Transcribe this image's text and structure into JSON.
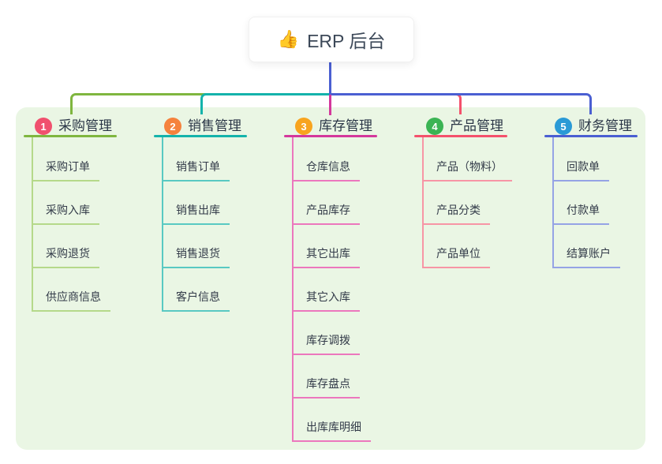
{
  "root": {
    "icon": "👍",
    "label": "ERP 后台",
    "connector_color": "#4a5fd2"
  },
  "panel": {
    "background": "#eaf6e4"
  },
  "branches": [
    {
      "num": "1",
      "label": "采购管理",
      "line_color": "#7fb63f",
      "child_line_color": "#b5d98a",
      "badge_color": "#f0506e",
      "children": [
        "采购订单",
        "采购入库",
        "采购退货",
        "供应商信息"
      ]
    },
    {
      "num": "2",
      "label": "销售管理",
      "line_color": "#14b3ab",
      "child_line_color": "#59c9c2",
      "badge_color": "#f5823d",
      "children": [
        "销售订单",
        "销售出库",
        "销售退货",
        "客户信息"
      ]
    },
    {
      "num": "3",
      "label": "库存管理",
      "line_color": "#d4389c",
      "child_line_color": "#ec77bd",
      "badge_color": "#f8a41e",
      "children": [
        "仓库信息",
        "产品库存",
        "其它出库",
        "其它入库",
        "库存调拨",
        "库存盘点",
        "出库库明细"
      ]
    },
    {
      "num": "4",
      "label": "产品管理",
      "line_color": "#f4516c",
      "child_line_color": "#f795a5",
      "badge_color": "#3bb454",
      "children": [
        "产品（物料）",
        "产品分类",
        "产品单位"
      ]
    },
    {
      "num": "5",
      "label": "财务管理",
      "line_color": "#4a5fd2",
      "child_line_color": "#95a3e5",
      "badge_color": "#2a9ad6",
      "children": [
        "回款单",
        "付款单",
        "结算账户"
      ]
    }
  ]
}
